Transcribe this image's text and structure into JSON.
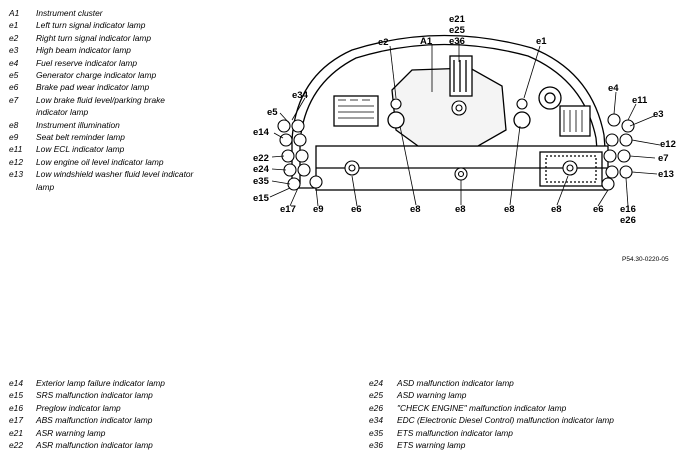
{
  "legend_top": [
    {
      "code": "A1",
      "text": "Instrument cluster"
    },
    {
      "code": "e1",
      "text": "Left turn signal indicator lamp"
    },
    {
      "code": "e2",
      "text": "Right turn signal indicator lamp"
    },
    {
      "code": "e3",
      "text": "High beam indicator lamp"
    },
    {
      "code": "e4",
      "text": "Fuel reserve indicator lamp"
    },
    {
      "code": "e5",
      "text": "Generator charge indicator lamp"
    },
    {
      "code": "e6",
      "text": "Brake pad wear indicator lamp"
    },
    {
      "code": "e7",
      "text": "Low brake fluid level/parking brake indicator lamp"
    },
    {
      "code": "e8",
      "text": "Instrument illumination"
    },
    {
      "code": "e9",
      "text": "Seat belt reminder lamp"
    },
    {
      "code": "e11",
      "text": "Low ECL indicator lamp"
    },
    {
      "code": "e12",
      "text": "Low engine oil level indicator lamp"
    },
    {
      "code": "e13",
      "text": "Low windshield washer fluid level indicator lamp"
    }
  ],
  "legend_bottom_left": [
    {
      "code": "e14",
      "text": "Exterior lamp failure indicator lamp"
    },
    {
      "code": "e15",
      "text": "SRS malfunction indicator lamp"
    },
    {
      "code": "e16",
      "text": "Preglow indicator lamp"
    },
    {
      "code": "e17",
      "text": "ABS malfunction indicator lamp"
    },
    {
      "code": "e21",
      "text": "ASR warning lamp"
    },
    {
      "code": "e22",
      "text": "ASR malfunction indicator lamp"
    }
  ],
  "legend_bottom_right": [
    {
      "code": "e24",
      "text": "ASD malfunction indicator lamp"
    },
    {
      "code": "e25",
      "text": "ASD warning lamp"
    },
    {
      "code": "e26",
      "text": "\"CHECK ENGINE\" malfunction indicator lamp"
    },
    {
      "code": "e34",
      "text": "EDC (Electronic Diesel Control) malfunction indicator lamp"
    },
    {
      "code": "e35",
      "text": "ETS malfunction indicator lamp"
    },
    {
      "code": "e36",
      "text": "ETS warning lamp"
    }
  ],
  "callouts": {
    "e21": "e21",
    "e25": "e25",
    "e36": "e36",
    "e2": "e2",
    "A1": "A1",
    "e1": "e1",
    "e34": "e34",
    "e5": "e5",
    "e14": "e14",
    "e22": "e22",
    "e24": "e24",
    "e35": "e35",
    "e15": "e15",
    "e17": "e17",
    "e9": "e9",
    "e6_left": "e6",
    "e8_left": "e8",
    "e8_center": "e8",
    "e8_right": "e8",
    "e8_lower": "e8",
    "e6_right": "e6",
    "e16": "e16",
    "e26": "e26",
    "e4": "e4",
    "e11": "e11",
    "e3": "e3",
    "e12": "e12",
    "e7": "e7",
    "e13": "e13"
  },
  "reference_code": "P54.30-0220-05"
}
